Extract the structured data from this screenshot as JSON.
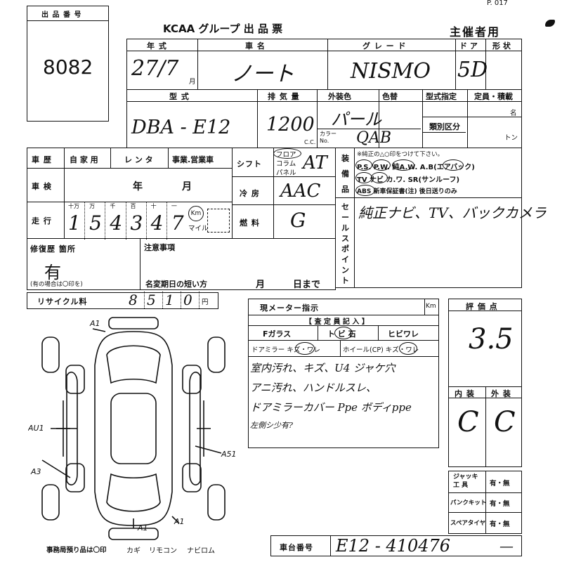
{
  "corner": "P. 017",
  "lot": {
    "label": "出 品 番 号",
    "value": "8082"
  },
  "header": {
    "title": "KCAA グループ 出 品 票",
    "organizer": "主催者用"
  },
  "row1": {
    "year_label": "年 式",
    "year": "27/7",
    "month_unit": "月",
    "name_label": "車 名",
    "name": "ノート",
    "grade_label": "グ レ ー ド",
    "grade": "NISMO",
    "doors_label": "ド ア",
    "doors": "5D",
    "shape_label": "形 状"
  },
  "row2": {
    "model_label": "型 式",
    "model": "DBA - E12",
    "disp_label": "排 気 量",
    "disp": "1200",
    "cc": "C.C.",
    "color_label": "外装色",
    "color": "パール",
    "repaint_label": "色替",
    "colorno_label": "カラーNo.",
    "colorno": "QAB",
    "type_label": "型式指定",
    "class_label": "類別区分",
    "capacity_label": "定員・積載",
    "persons_unit": "名",
    "ton_unit": "トン"
  },
  "history": {
    "label": "車 歴",
    "options": [
      "自 家 用",
      "レ ン タ",
      "事業.営業車"
    ]
  },
  "inspection": {
    "label": "車 検",
    "year_unit": "年",
    "month_unit": "月"
  },
  "mileage": {
    "label": "走 行",
    "place_labels": [
      "十万",
      "万",
      "千",
      "百",
      "十",
      "一"
    ],
    "digits": [
      "1",
      "5",
      "4",
      "3",
      "4",
      "7"
    ],
    "km_label": "Km",
    "mile_label": "マイル"
  },
  "shift": {
    "label": "シフト",
    "options": [
      "フロア",
      "コラム",
      "パネル"
    ],
    "value": "AT"
  },
  "ac": {
    "label": "冷 房",
    "value": "AAC"
  },
  "fuel": {
    "label": "燃 料",
    "value": "G"
  },
  "equipment": {
    "label": "装 備 品",
    "note": "※純正の△○印をつけて下さい。",
    "line1": "P.S. P.W. 純A.W. A.B(エアバック)",
    "line2": "TV ナビ カ.ワ. SR(サンルーフ)",
    "line3": "ABS 新車保証書(注) 後日送りのみ"
  },
  "sales_point": {
    "label": "セールスポイント",
    "text": "純正ナビ、TV、バックカメラ"
  },
  "repair": {
    "label": "修復歴 箇所",
    "value": "有",
    "note": "(有の場合は〇印を)"
  },
  "notes": {
    "label": "注意事項",
    "reg_label": "名変期日の短い方",
    "month": "月",
    "day": "日まで"
  },
  "recycle": {
    "label": "リサイクル料",
    "digits": [
      "8",
      "5",
      "1",
      "0"
    ],
    "unit": "円"
  },
  "meter": {
    "label": "現メーター指示",
    "unit": "Km"
  },
  "inspector": {
    "label": "【 査 定 員 記 入 】",
    "c1": "Fガラス",
    "c2": "ト ビ 石",
    "c3": "ヒビワレ",
    "c4": "ドアミラー キズ・ワレ",
    "c5": "ホイール(CP) キズ・ワレ",
    "notes": [
      "室内汚れ、キズ、U4 ジャケ穴",
      "アニ汚れ、ハンドルスレ、",
      "ドアミラーカバー Ppe ボディppe",
      "左側シ少有?"
    ]
  },
  "grades": {
    "score_label": "評 価 点",
    "score": "3.5",
    "interior_label": "内 装",
    "exterior_label": "外 装",
    "interior": "C",
    "exterior": "C"
  },
  "tools": {
    "jack": "ジャッキ 工 具",
    "puncture": "パンクキット",
    "spare": "スペアタイヤ",
    "yes_no": "有・無"
  },
  "diagram_marks": [
    "A1",
    "AU1",
    "A3",
    "A51",
    "A1",
    "A1"
  ],
  "office": {
    "text": "事務局預り品は〇印",
    "items": [
      "カギ",
      "リモコン",
      "ナビロム"
    ]
  },
  "chassis": {
    "label": "車台番号",
    "value": "E12 - 410476",
    "dash": "—"
  }
}
